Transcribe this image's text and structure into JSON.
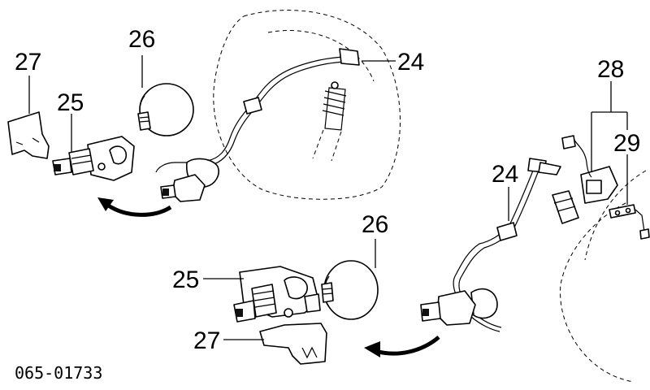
{
  "diagram": {
    "callouts": {
      "c24_top": "24",
      "c24_right": "24",
      "c25_top": "25",
      "c25_bottom": "25",
      "c26_top": "26",
      "c26_bottom": "26",
      "c27_top": "27",
      "c27_bottom": "27",
      "c28": "28",
      "c29": "29"
    },
    "drawing_code": "065-01733"
  }
}
